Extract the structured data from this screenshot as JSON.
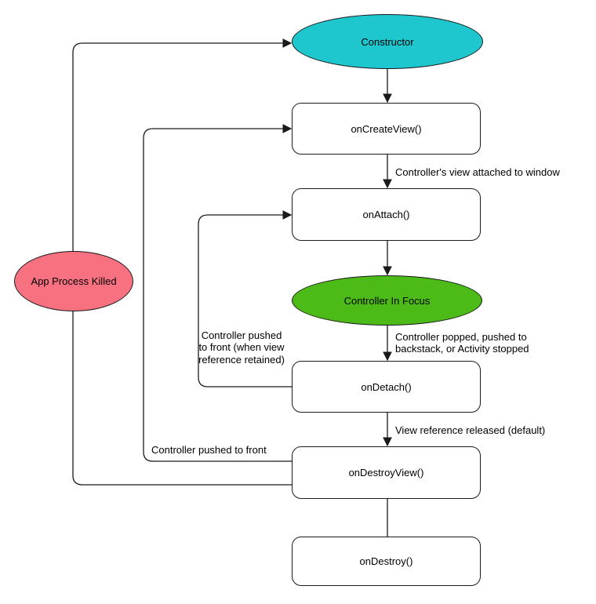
{
  "diagram": {
    "type": "flowchart",
    "nodes": {
      "constructor": {
        "label": "Constructor",
        "shape": "ellipse",
        "fill": "#1EC6CD"
      },
      "on_create_view": {
        "label": "onCreateView()",
        "shape": "rounded-box",
        "fill": "#FFFFFF"
      },
      "on_attach": {
        "label": "onAttach()",
        "shape": "rounded-box",
        "fill": "#FFFFFF"
      },
      "controller_in_focus": {
        "label": "Controller In Focus",
        "shape": "ellipse",
        "fill": "#4CBB17"
      },
      "on_detach": {
        "label": "onDetach()",
        "shape": "rounded-box",
        "fill": "#FFFFFF"
      },
      "on_destroy_view": {
        "label": "onDestroyView()",
        "shape": "rounded-box",
        "fill": "#FFFFFF"
      },
      "on_destroy": {
        "label": "onDestroy()",
        "shape": "rounded-box",
        "fill": "#FFFFFF"
      },
      "app_process_killed": {
        "label": "App Process Killed",
        "shape": "ellipse",
        "fill": "#F87181"
      }
    },
    "edge_labels": {
      "view_attached": "Controller's view attached to window",
      "controller_popped": "Controller popped, pushed to backstack, or Activity stopped",
      "view_released": "View reference released (default)",
      "pushed_to_front": "Controller pushed to front",
      "pushed_to_front_retained": "Controller pushed to front (when view reference retained)"
    },
    "edges": [
      {
        "from": "constructor",
        "to": "on_create_view",
        "arrow": true
      },
      {
        "from": "on_create_view",
        "to": "on_attach",
        "arrow": true,
        "label": "view_attached"
      },
      {
        "from": "on_attach",
        "to": "controller_in_focus",
        "arrow": true
      },
      {
        "from": "controller_in_focus",
        "to": "on_detach",
        "arrow": true,
        "label": "controller_popped"
      },
      {
        "from": "on_detach",
        "to": "on_destroy_view",
        "arrow": true,
        "label": "view_released"
      },
      {
        "from": "on_destroy_view",
        "to": "on_destroy",
        "arrow": false
      },
      {
        "from": "on_detach",
        "to": "on_attach",
        "arrow": true,
        "label": "pushed_to_front_retained"
      },
      {
        "from": "on_destroy_view",
        "to": "on_create_view",
        "arrow": true,
        "label": "pushed_to_front"
      },
      {
        "from": "on_destroy_view",
        "to": "app_process_killed",
        "arrow": false
      },
      {
        "from": "app_process_killed",
        "to": "constructor",
        "arrow": true
      }
    ],
    "colors": {
      "stroke": "#1a1a1a",
      "background": "#FFFFFF",
      "constructor_fill": "#1EC6CD",
      "in_focus_fill": "#4CBB17",
      "process_killed_fill": "#F87181"
    }
  }
}
